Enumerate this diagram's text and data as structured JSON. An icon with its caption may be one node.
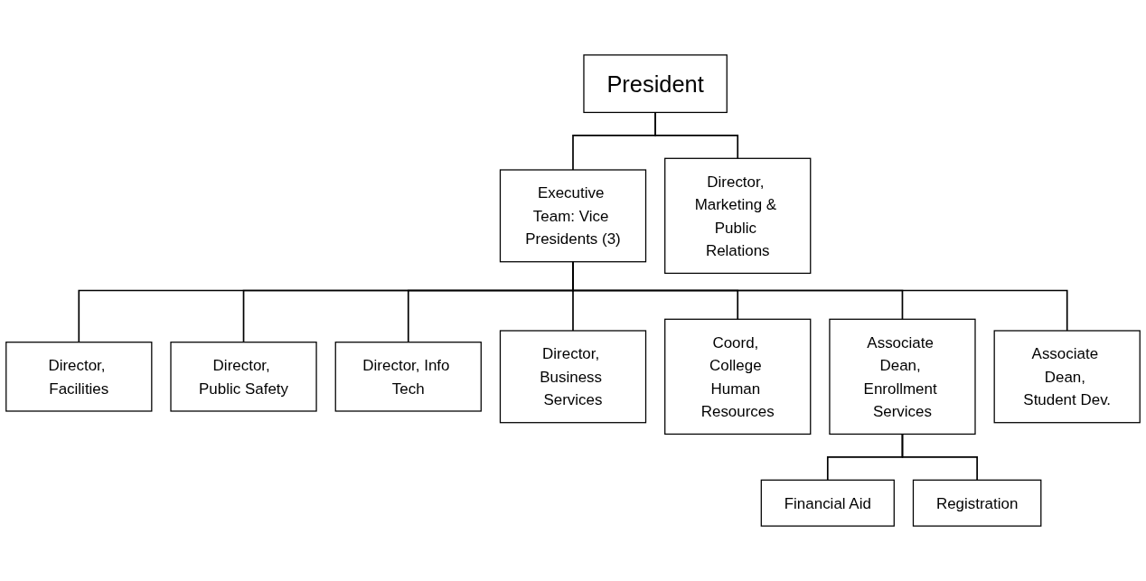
{
  "diagram": {
    "nodes": [
      {
        "text": [
          "President"
        ]
      },
      {
        "text": [
          "Executive Team: Vice Presidents (3)"
        ]
      },
      {
        "text": [
          "Director, Marketing & Public Relations"
        ]
      },
      {
        "text": [
          "Director, Facilities"
        ]
      },
      {
        "text": [
          "Director, Public Safety"
        ]
      },
      {
        "text": [
          "Director, Info Tech"
        ]
      },
      {
        "text": [
          "Director, Business Services"
        ]
      },
      {
        "text": [
          "Coord, College Human Resources"
        ]
      },
      {
        "text": [
          "Associate Dean, Enrollment Services"
        ]
      },
      {
        "text": [
          "Associate Dean, Student Dev."
        ]
      },
      {
        "text": [
          "Financial Aid"
        ]
      },
      {
        "text": [
          "Registration"
        ]
      }
    ],
    "edges": [
      {
        "from": 0,
        "to": 1,
        "arrow": "none"
      },
      {
        "from": 0,
        "to": 2,
        "arrow": "none"
      },
      {
        "from": 1,
        "to": 3,
        "arrow": "none"
      },
      {
        "from": 1,
        "to": 4,
        "arrow": "none"
      },
      {
        "from": 1,
        "to": 5,
        "arrow": "none"
      },
      {
        "from": 1,
        "to": 6,
        "arrow": "none"
      },
      {
        "from": 1,
        "to": 7,
        "arrow": "none"
      },
      {
        "from": 1,
        "to": 8,
        "arrow": "none"
      },
      {
        "from": 1,
        "to": 9,
        "arrow": "none"
      },
      {
        "from": 8,
        "to": 10,
        "arrow": "none"
      },
      {
        "from": 8,
        "to": 11,
        "arrow": "none"
      }
    ]
  }
}
